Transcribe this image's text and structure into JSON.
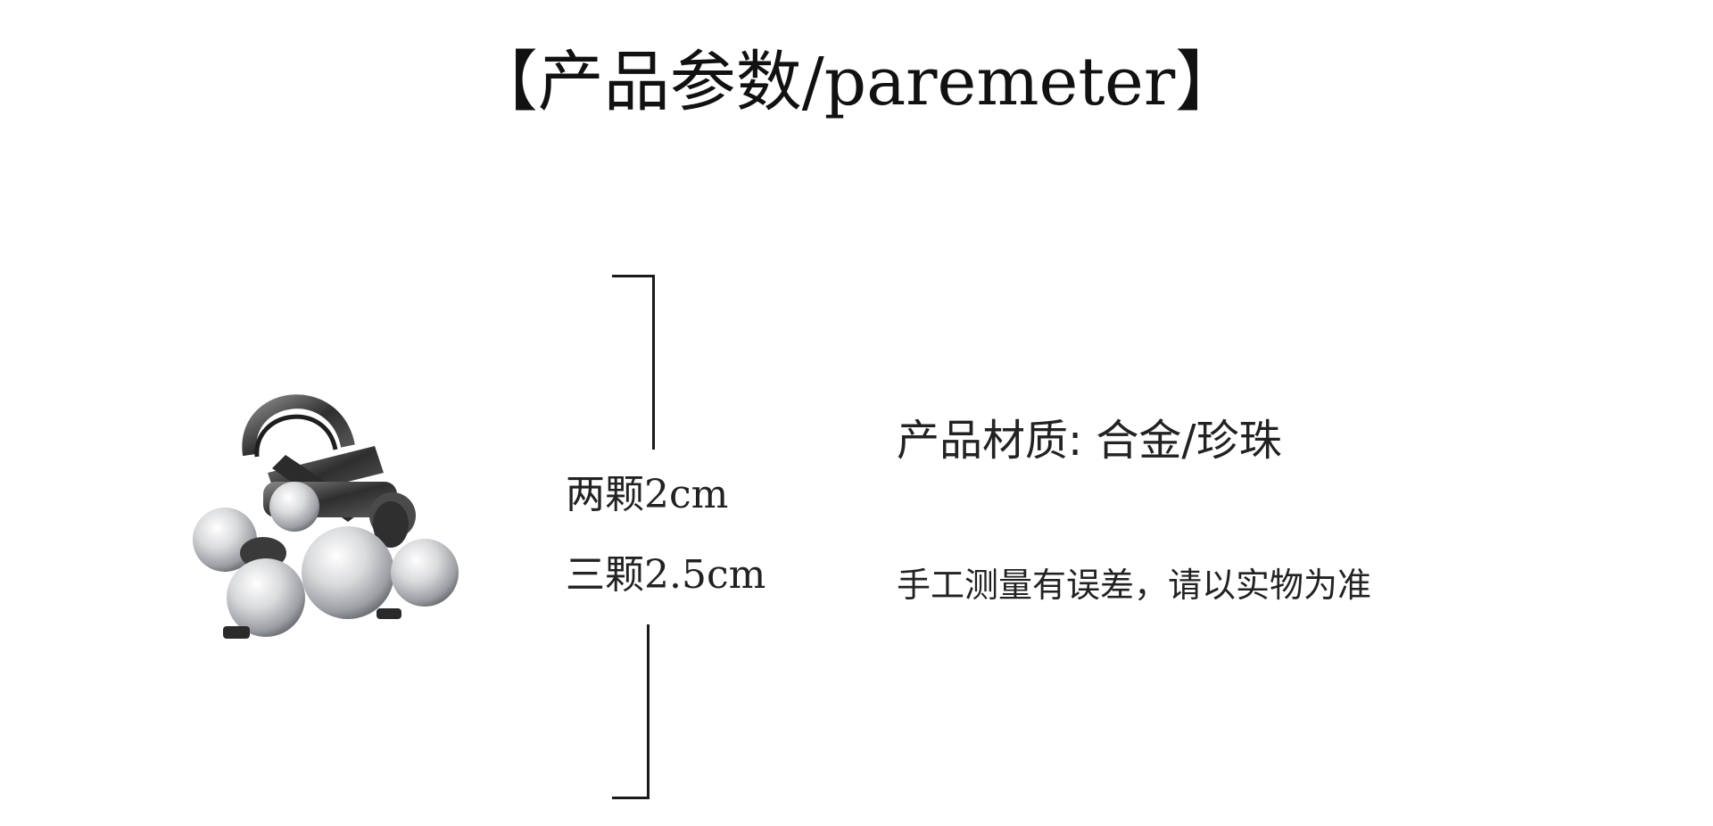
{
  "header": {
    "title": "【产品参数/paremeter】"
  },
  "product": {
    "image_icon": "pearl-hair-clip-icon"
  },
  "dimensions": {
    "two_beads": "两颗2cm",
    "three_beads": "三颗2.5cm"
  },
  "specs": {
    "material": "产品材质: 合金/珍珠",
    "note": "手工测量有误差，请以实物为准"
  },
  "colors": {
    "text": "#1a1a1a",
    "metal": "#3a3a3a",
    "pearl": "#d9dadc"
  }
}
